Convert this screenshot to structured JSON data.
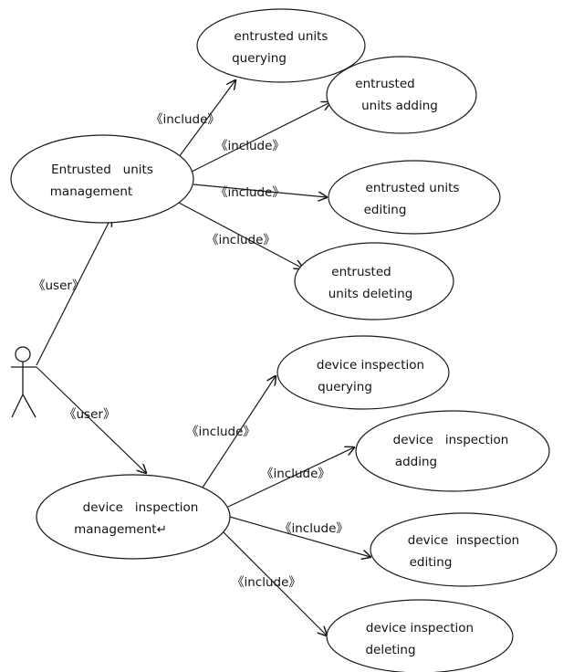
{
  "actor": {
    "icon": "stick-figure-icon"
  },
  "use_cases": {
    "entrusted_management": [
      "Entrusted   units",
      "management"
    ],
    "entrusted_querying": [
      "entrusted units",
      "querying"
    ],
    "entrusted_adding": [
      "entrusted",
      "units adding"
    ],
    "entrusted_editing": [
      "entrusted units",
      "editing"
    ],
    "entrusted_deleting": [
      "entrusted",
      "units deleting"
    ],
    "device_management": [
      "device   inspection",
      "management↵"
    ],
    "device_querying": [
      "device inspection",
      "querying"
    ],
    "device_adding": [
      "device   inspection",
      "adding"
    ],
    "device_editing": [
      "device  inspection",
      "editing"
    ],
    "device_deleting": [
      "device inspection",
      "deleting"
    ]
  },
  "relations": {
    "user": "《user》",
    "include": "《include》"
  }
}
